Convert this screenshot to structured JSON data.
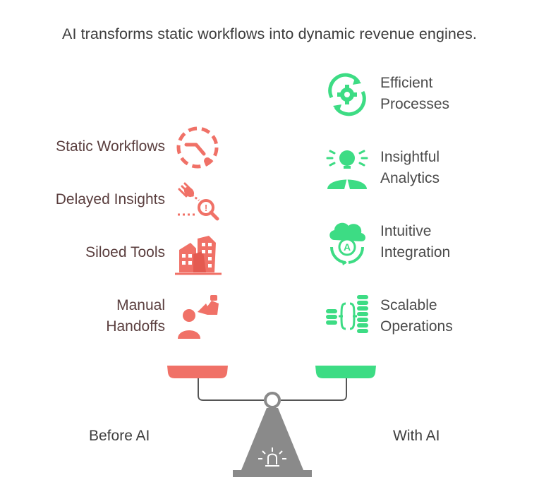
{
  "title": "AI transforms static workflows into dynamic revenue engines.",
  "left": {
    "caption": "Before AI",
    "items": [
      {
        "label": "Static Workflows",
        "icon": "dashed-clock-icon"
      },
      {
        "label": "Delayed Insights",
        "icon": "bug-search-icon"
      },
      {
        "label": "Siloed Tools",
        "icon": "ruined-buildings-icon"
      },
      {
        "label": "Manual\nHandoffs",
        "icon": "person-hand-icon"
      }
    ]
  },
  "right": {
    "caption": "With AI",
    "items": [
      {
        "label": "Efficient\nProcesses",
        "icon": "gear-refresh-icon"
      },
      {
        "label": "Insightful\nAnalytics",
        "icon": "lightbulb-person-icon"
      },
      {
        "label": "Intuitive\nIntegration",
        "icon": "cloud-ai-icon"
      },
      {
        "label": "Scalable\nOperations",
        "icon": "stacked-coins-icon"
      }
    ]
  },
  "colors": {
    "negative": "#f07167",
    "positive": "#3ddc84",
    "scale": "#8a8a8a",
    "label_negative": "#5a3e3e"
  }
}
